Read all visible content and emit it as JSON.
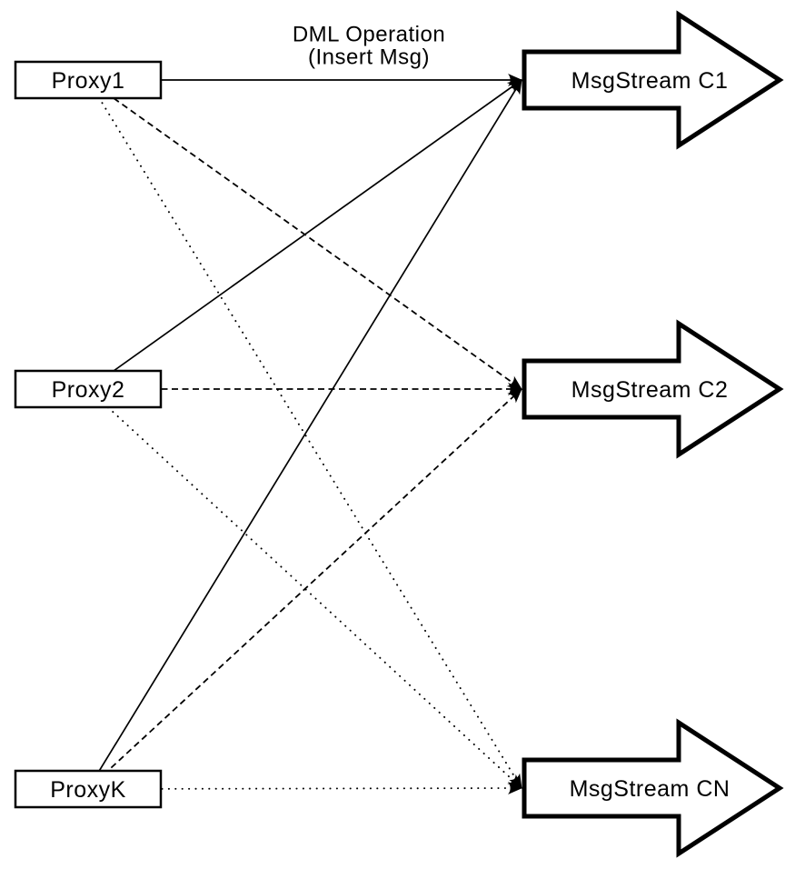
{
  "annotation": {
    "line1": "DML Operation",
    "line2": "(Insert Msg)"
  },
  "proxies": [
    {
      "id": "proxy1",
      "label": "Proxy1"
    },
    {
      "id": "proxy2",
      "label": "Proxy2"
    },
    {
      "id": "proxyk",
      "label": "ProxyK"
    }
  ],
  "streams": [
    {
      "id": "c1",
      "label": "MsgStream C1"
    },
    {
      "id": "c2",
      "label": "MsgStream C2"
    },
    {
      "id": "cn",
      "label": "MsgStream CN"
    }
  ],
  "edges": [
    {
      "from": "proxy1",
      "to": "c1",
      "style": "solid"
    },
    {
      "from": "proxy1",
      "to": "c2",
      "style": "dashed"
    },
    {
      "from": "proxy1",
      "to": "cn",
      "style": "dotted"
    },
    {
      "from": "proxy2",
      "to": "c1",
      "style": "solid"
    },
    {
      "from": "proxy2",
      "to": "c2",
      "style": "dashed"
    },
    {
      "from": "proxy2",
      "to": "cn",
      "style": "dotted"
    },
    {
      "from": "proxyk",
      "to": "c1",
      "style": "solid"
    },
    {
      "from": "proxyk",
      "to": "c2",
      "style": "dashed"
    },
    {
      "from": "proxyk",
      "to": "cn",
      "style": "dotted"
    }
  ],
  "colors": {
    "ink": "#000000",
    "paper": "#ffffff"
  }
}
